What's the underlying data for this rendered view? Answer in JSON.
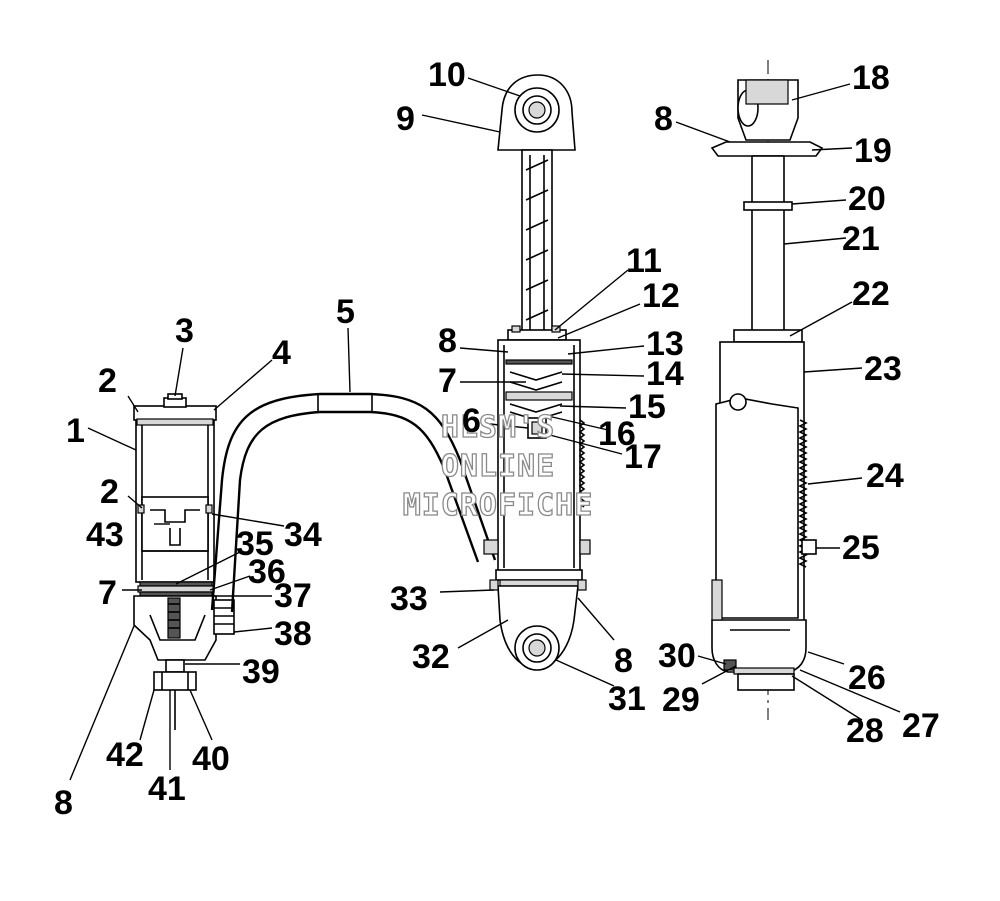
{
  "watermark": {
    "line1": "HLSM'S",
    "line2": "ONLINE",
    "line3": "MICROFICHE"
  },
  "labels": [
    {
      "id": "1",
      "text": "1"
    },
    {
      "id": "2a",
      "text": "2"
    },
    {
      "id": "2b",
      "text": "2"
    },
    {
      "id": "3",
      "text": "3"
    },
    {
      "id": "4",
      "text": "4"
    },
    {
      "id": "5",
      "text": "5"
    },
    {
      "id": "6",
      "text": "6"
    },
    {
      "id": "7a",
      "text": "7"
    },
    {
      "id": "7b",
      "text": "7"
    },
    {
      "id": "8a",
      "text": "8"
    },
    {
      "id": "8b",
      "text": "8"
    },
    {
      "id": "8c",
      "text": "8"
    },
    {
      "id": "8d",
      "text": "8"
    },
    {
      "id": "9",
      "text": "9"
    },
    {
      "id": "10",
      "text": "10"
    },
    {
      "id": "11",
      "text": "11"
    },
    {
      "id": "12",
      "text": "12"
    },
    {
      "id": "13",
      "text": "13"
    },
    {
      "id": "14",
      "text": "14"
    },
    {
      "id": "15",
      "text": "15"
    },
    {
      "id": "16",
      "text": "16"
    },
    {
      "id": "17",
      "text": "17"
    },
    {
      "id": "18",
      "text": "18"
    },
    {
      "id": "19",
      "text": "19"
    },
    {
      "id": "20",
      "text": "20"
    },
    {
      "id": "21",
      "text": "21"
    },
    {
      "id": "22",
      "text": "22"
    },
    {
      "id": "23",
      "text": "23"
    },
    {
      "id": "24",
      "text": "24"
    },
    {
      "id": "25",
      "text": "25"
    },
    {
      "id": "26",
      "text": "26"
    },
    {
      "id": "27",
      "text": "27"
    },
    {
      "id": "28",
      "text": "28"
    },
    {
      "id": "29",
      "text": "29"
    },
    {
      "id": "30",
      "text": "30"
    },
    {
      "id": "31",
      "text": "31"
    },
    {
      "id": "32",
      "text": "32"
    },
    {
      "id": "33",
      "text": "33"
    },
    {
      "id": "34",
      "text": "34"
    },
    {
      "id": "35",
      "text": "35"
    },
    {
      "id": "36",
      "text": "36"
    },
    {
      "id": "37",
      "text": "37"
    },
    {
      "id": "38",
      "text": "38"
    },
    {
      "id": "39",
      "text": "39"
    },
    {
      "id": "40",
      "text": "40"
    },
    {
      "id": "41",
      "text": "41"
    },
    {
      "id": "42",
      "text": "42"
    },
    {
      "id": "43",
      "text": "43"
    }
  ]
}
